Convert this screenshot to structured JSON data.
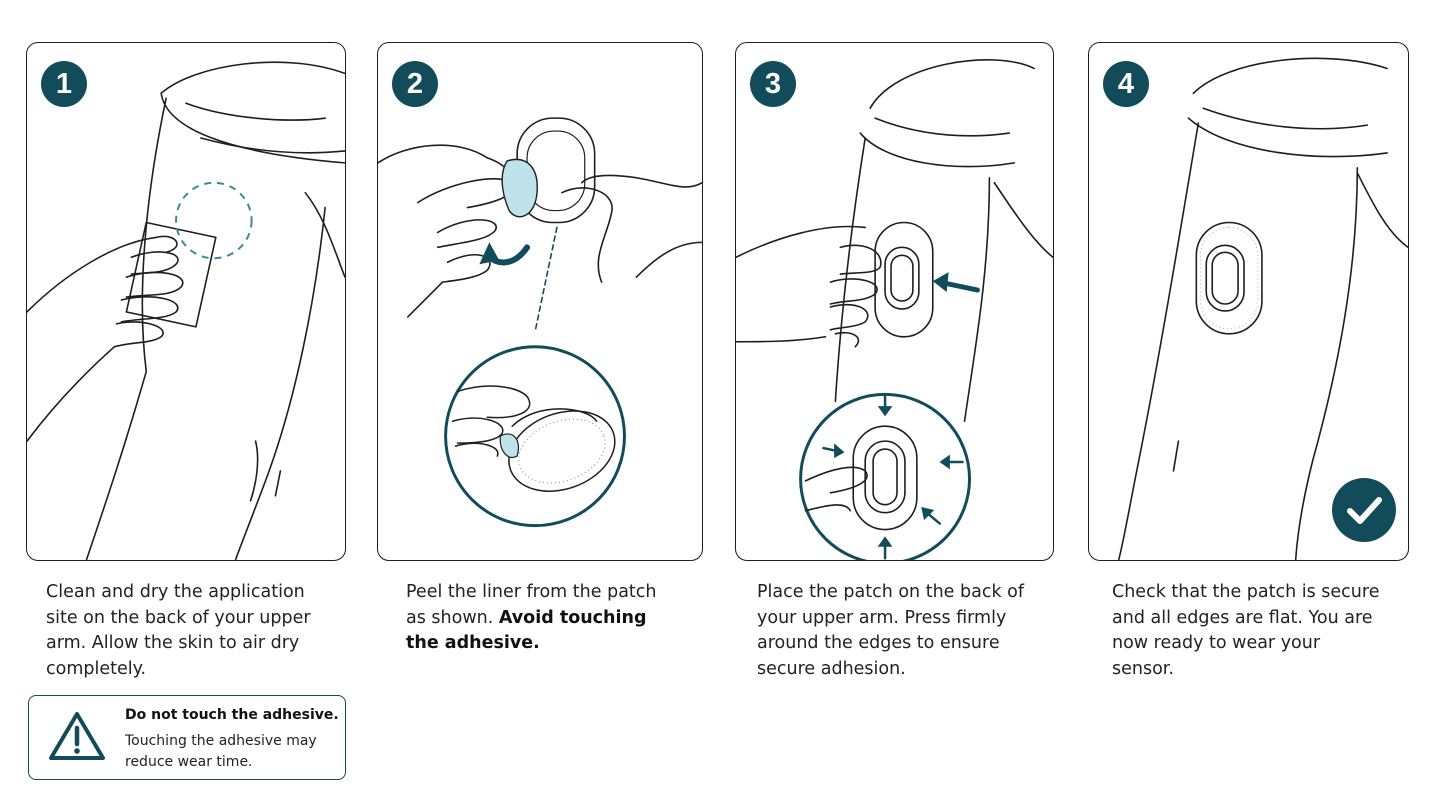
{
  "colors": {
    "accent": "#124c5a",
    "liner": "#bfe3ea",
    "outline": "#1e1e1e"
  },
  "steps": [
    {
      "number": "1",
      "text_parts": [
        {
          "text": "Clean and dry the application site on the back of your upper arm. Allow the skin to air dry completely.",
          "bold": false
        }
      ]
    },
    {
      "number": "2",
      "text_parts": [
        {
          "text": "Peel the liner from the patch as shown. ",
          "bold": false
        },
        {
          "text": "Avoid touching the adhesive.",
          "bold": true
        }
      ]
    },
    {
      "number": "3",
      "text_parts": [
        {
          "text": "Place the patch on the back of your upper arm. Press firmly around the edges to ensure secure adhesion.",
          "bold": false
        }
      ]
    },
    {
      "number": "4",
      "text_parts": [
        {
          "text": "Check that the patch is secure and all edges are flat. You are now ready to wear your sensor.",
          "bold": false
        }
      ]
    }
  ],
  "warning": {
    "icon": "warning-triangle-icon",
    "title": "Do not touch the adhesive.",
    "body": "Touching the adhesive may reduce wear time."
  },
  "completion_icon": "checkmark-icon"
}
